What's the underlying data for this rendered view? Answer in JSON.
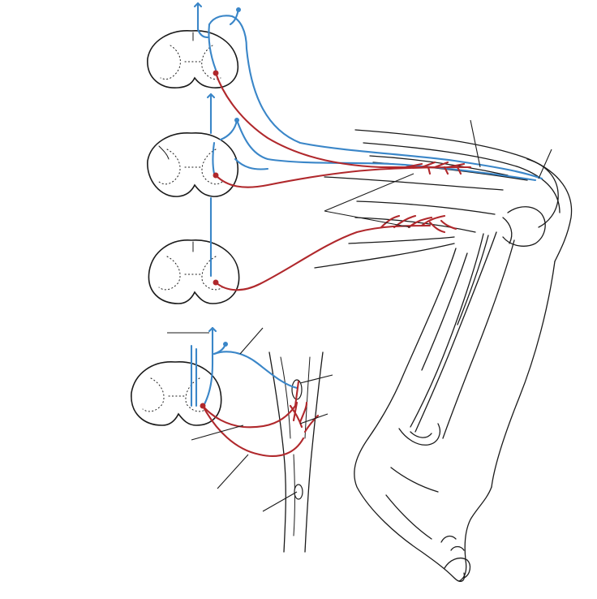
{
  "colors": {
    "sensory": "#3a86c8",
    "motor": "#b0282c",
    "ink": "#1a1a1a",
    "background": "#ffffff"
  },
  "spinal_sections": [
    {
      "name": "spinal-cord-section-1"
    },
    {
      "name": "spinal-cord-section-2"
    },
    {
      "name": "spinal-cord-section-3"
    },
    {
      "name": "spinal-cord-section-4"
    }
  ]
}
